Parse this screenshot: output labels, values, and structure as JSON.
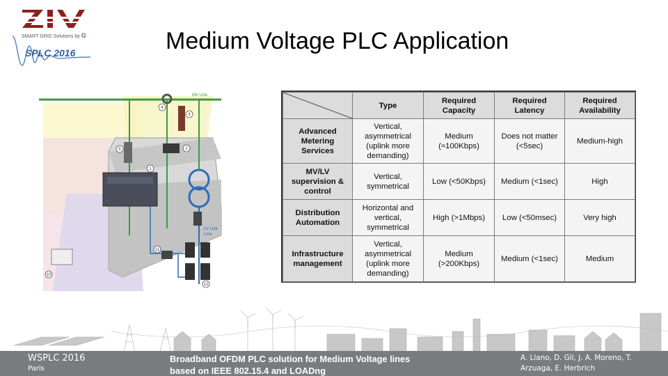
{
  "logo": {
    "brand_text": "ZIV",
    "tagline": "SMART GRID Solutions by",
    "tagline_mark": "G",
    "conference": "SPLC 2016"
  },
  "slide": {
    "title": "Medium Voltage PLC Application"
  },
  "illustration": {
    "mv_line_label": "MV Line",
    "lv_line_label": "LV Line",
    "lv_line_label_2": "Line",
    "callouts": [
      "1",
      "2",
      "3",
      "4",
      "5",
      "10",
      "11",
      "12"
    ]
  },
  "table": {
    "headers": [
      "Type",
      [
        "Required",
        "Capacity"
      ],
      [
        "Required",
        "Latency"
      ],
      [
        "Required",
        "Availability"
      ]
    ],
    "rows": [
      {
        "service": [
          "Advanced",
          "Metering",
          "Services"
        ],
        "type": [
          "Vertical,",
          "asymmetrical",
          "(uplink more",
          "demanding)"
        ],
        "capacity": [
          "Medium",
          "(≈100Kbps)"
        ],
        "latency": [
          "Does not matter",
          "(<5sec)"
        ],
        "availability": [
          "Medium-high"
        ]
      },
      {
        "service": [
          "MV/LV",
          "supervision &",
          "control"
        ],
        "type": [
          "Vertical,",
          "symmetrical"
        ],
        "capacity": [
          "Low (<50Kbps)"
        ],
        "latency": [
          "Medium (<1sec)"
        ],
        "availability": [
          "High"
        ]
      },
      {
        "service": [
          "Distribution",
          "Automation"
        ],
        "type": [
          "Horizontal and",
          "vertical,",
          "symmetrical"
        ],
        "capacity": [
          "High (>1Mbps)"
        ],
        "latency": [
          "Low (<50msec)"
        ],
        "availability": [
          "Very high"
        ]
      },
      {
        "service": [
          "Infrastructure",
          "management"
        ],
        "type": [
          "Vertical,",
          "asymmetrical",
          "(uplink more",
          "demanding)"
        ],
        "capacity": [
          "Medium",
          "(>200Kbps)"
        ],
        "latency": [
          "Medium (<1sec)"
        ],
        "availability": [
          "Medium"
        ]
      }
    ]
  },
  "footer": {
    "conference": "WSPLC 2016",
    "city": "Paris",
    "paper_title": "Broadband OFDM PLC solution for Medium Voltage lines based on IEEE 802.15.4 and LOADng",
    "authors": "A. Llano, D. Gil, J. A. Moreno, T. Arzuaga, E. Herbrich",
    "bar_color": "#7a7b7d"
  }
}
